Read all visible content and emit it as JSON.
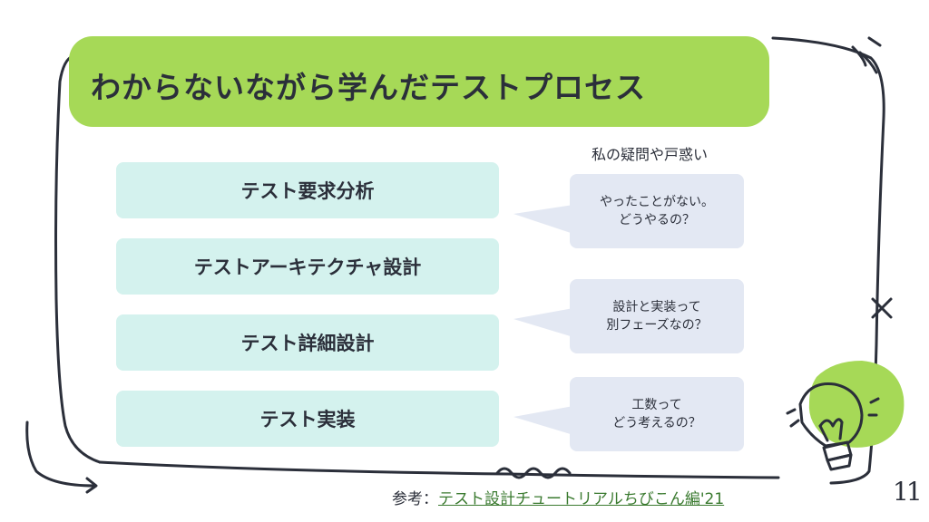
{
  "title": "わからないながら学んだテストプロセス",
  "steps": [
    {
      "label": "テスト要求分析"
    },
    {
      "label": "テストアーキテクチャ設計"
    },
    {
      "label": "テスト詳細設計"
    },
    {
      "label": "テスト実装"
    }
  ],
  "concerns": {
    "heading": "私の疑問や戸惑い",
    "bubbles": [
      {
        "line1": "やったことがない。",
        "line2": "どうやるの？"
      },
      {
        "line1": "設計と実装って",
        "line2": "別フェーズなの？"
      },
      {
        "line1": "工数って",
        "line2": "どう考えるの？"
      }
    ]
  },
  "reference": {
    "prefix": "参考：",
    "link_text": "テスト設計チュートリアルちびこん編'21"
  },
  "page_number": "11",
  "colors": {
    "accent_green": "#a6d957",
    "step_fill": "#d4f2ee",
    "bubble_fill": "#e3e8f3",
    "ink": "#2b2f3a"
  },
  "icons": [
    "lightbulb-icon",
    "sketch-frame",
    "squiggle-decoration",
    "cross-mark"
  ]
}
